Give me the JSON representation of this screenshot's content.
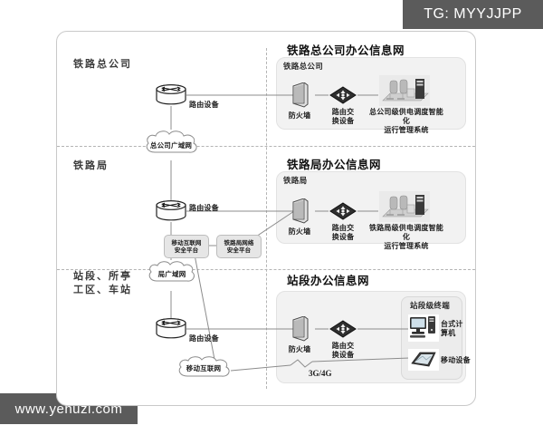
{
  "watermarks": {
    "telegram_tag": "TG: MYYJJPP",
    "site_tag": "www.yehuzi.com"
  },
  "diagram": {
    "zones": [
      {
        "label": "铁路总公司"
      },
      {
        "label": "铁路局"
      },
      {
        "label": "站段、所亭\n工区、车站"
      }
    ],
    "sections": [
      {
        "title": "铁路总公司办公信息网"
      },
      {
        "title": "铁路局办公信息网"
      },
      {
        "title": "站段办公信息网"
      }
    ],
    "panels": [
      {
        "title": "铁路总公司"
      },
      {
        "title": "铁路局"
      },
      {
        "title": "站段级终端"
      }
    ],
    "routers": [
      {
        "label": "路由设备",
        "icon": "router-icon"
      },
      {
        "label": "路由设备",
        "icon": "router-icon"
      },
      {
        "label": "路由设备",
        "icon": "router-icon"
      }
    ],
    "firewalls": [
      {
        "label": "防火墙",
        "icon": "firewall-icon"
      },
      {
        "label": "防火墙",
        "icon": "firewall-icon"
      },
      {
        "label": "防火墙",
        "icon": "firewall-icon"
      }
    ],
    "switches": [
      {
        "label": "路由交\n换设备",
        "icon": "switch-icon"
      },
      {
        "label": "路由交\n换设备",
        "icon": "switch-icon"
      },
      {
        "label": "路由交\n换设备",
        "icon": "switch-icon"
      }
    ],
    "systems": [
      {
        "label": "总公司级供电调度智能化\n运行管理系统",
        "icon": "server-cluster-icon"
      },
      {
        "label": "铁路局级供电调度智能化\n运行管理系统",
        "icon": "server-cluster-icon"
      }
    ],
    "terminals": [
      {
        "label": "台式计\n算机",
        "icon": "desktop-computer-icon"
      },
      {
        "label": "移动设备",
        "icon": "tablet-icon"
      }
    ],
    "clouds": [
      {
        "label": "总公司广域网",
        "icon": "cloud-icon"
      },
      {
        "label": "局广域网",
        "icon": "cloud-icon"
      },
      {
        "label": "移动互联网",
        "icon": "cloud-icon"
      }
    ],
    "security_platforms": [
      {
        "label": "移动互联网\n安全平台"
      },
      {
        "label": "铁路局网络\n安全平台"
      }
    ],
    "wireless_link": {
      "label": "3G/4G",
      "icon": "lightning-icon"
    }
  },
  "colors": {
    "frame_border": "#c9c9c9",
    "dash": "#b4b4b4",
    "panel_bg": "#f2f2f2",
    "pill_bg": "#e6e6e6",
    "tag_bg": "#5b5b5b",
    "line": "#8c8c8c"
  }
}
